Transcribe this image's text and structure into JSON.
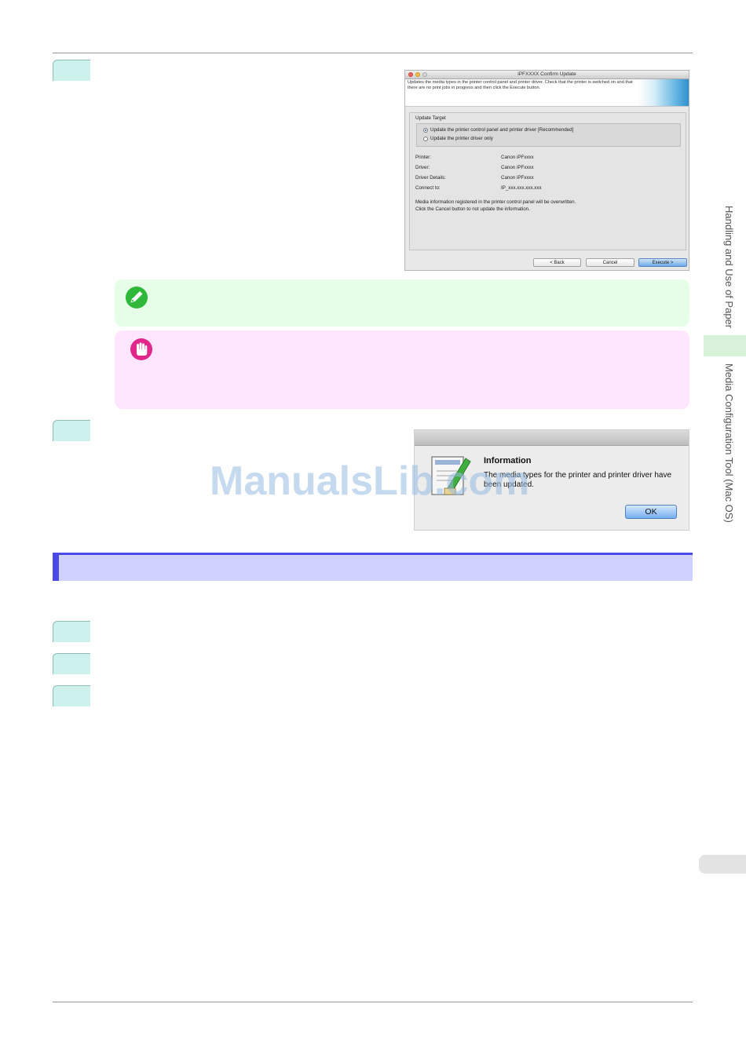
{
  "confirm_dialog": {
    "title": "iPFXXXX Confirm Update",
    "banner_text": "Updates the media types in the printer control panel and printer driver.\nCheck that the printer is switched on and that there are no print jobs in progress and then click the Execute button.",
    "update_target_label": "Update Target",
    "options": [
      {
        "label": "Update the printer control panel and printer driver [Recommended]",
        "selected": true
      },
      {
        "label": "Update the printer driver only",
        "selected": false
      }
    ],
    "fields": [
      {
        "label": "Printer:",
        "value": "Canon iPFxxxx"
      },
      {
        "label": "Driver:",
        "value": "Canon iPFxxxx"
      },
      {
        "label": "Driver Details:",
        "value": "Canon iPFxxxx"
      },
      {
        "label": "Connect to:",
        "value": "IP_xxx.xxx.xxx.xxx"
      }
    ],
    "message": "Media information registered in the printer control panel will be overwritten.\nClick the Cancel button to not update the information.",
    "buttons": {
      "back": "< Back",
      "cancel": "Cancel",
      "execute": "Execute >"
    }
  },
  "info_dialog": {
    "heading": "Information",
    "message": "The media types for the printer and printer driver have been updated.",
    "ok": "OK"
  },
  "watermark": "ManualsLib.com",
  "side_tabs": {
    "chapter": "Handling and Use of Paper",
    "section": "Media Configuration Tool (Mac OS)"
  },
  "colors": {
    "step_box": "#cdf1ec",
    "note_bg": "#e6fde8",
    "important_bg": "#ffe6fe",
    "section_bar": "#cfd1fe",
    "section_accent": "#4a4ae6"
  },
  "icons": {
    "note": "pencil-note-icon",
    "important": "hand-stop-icon",
    "info_dialog": "document-pencil-icon"
  }
}
